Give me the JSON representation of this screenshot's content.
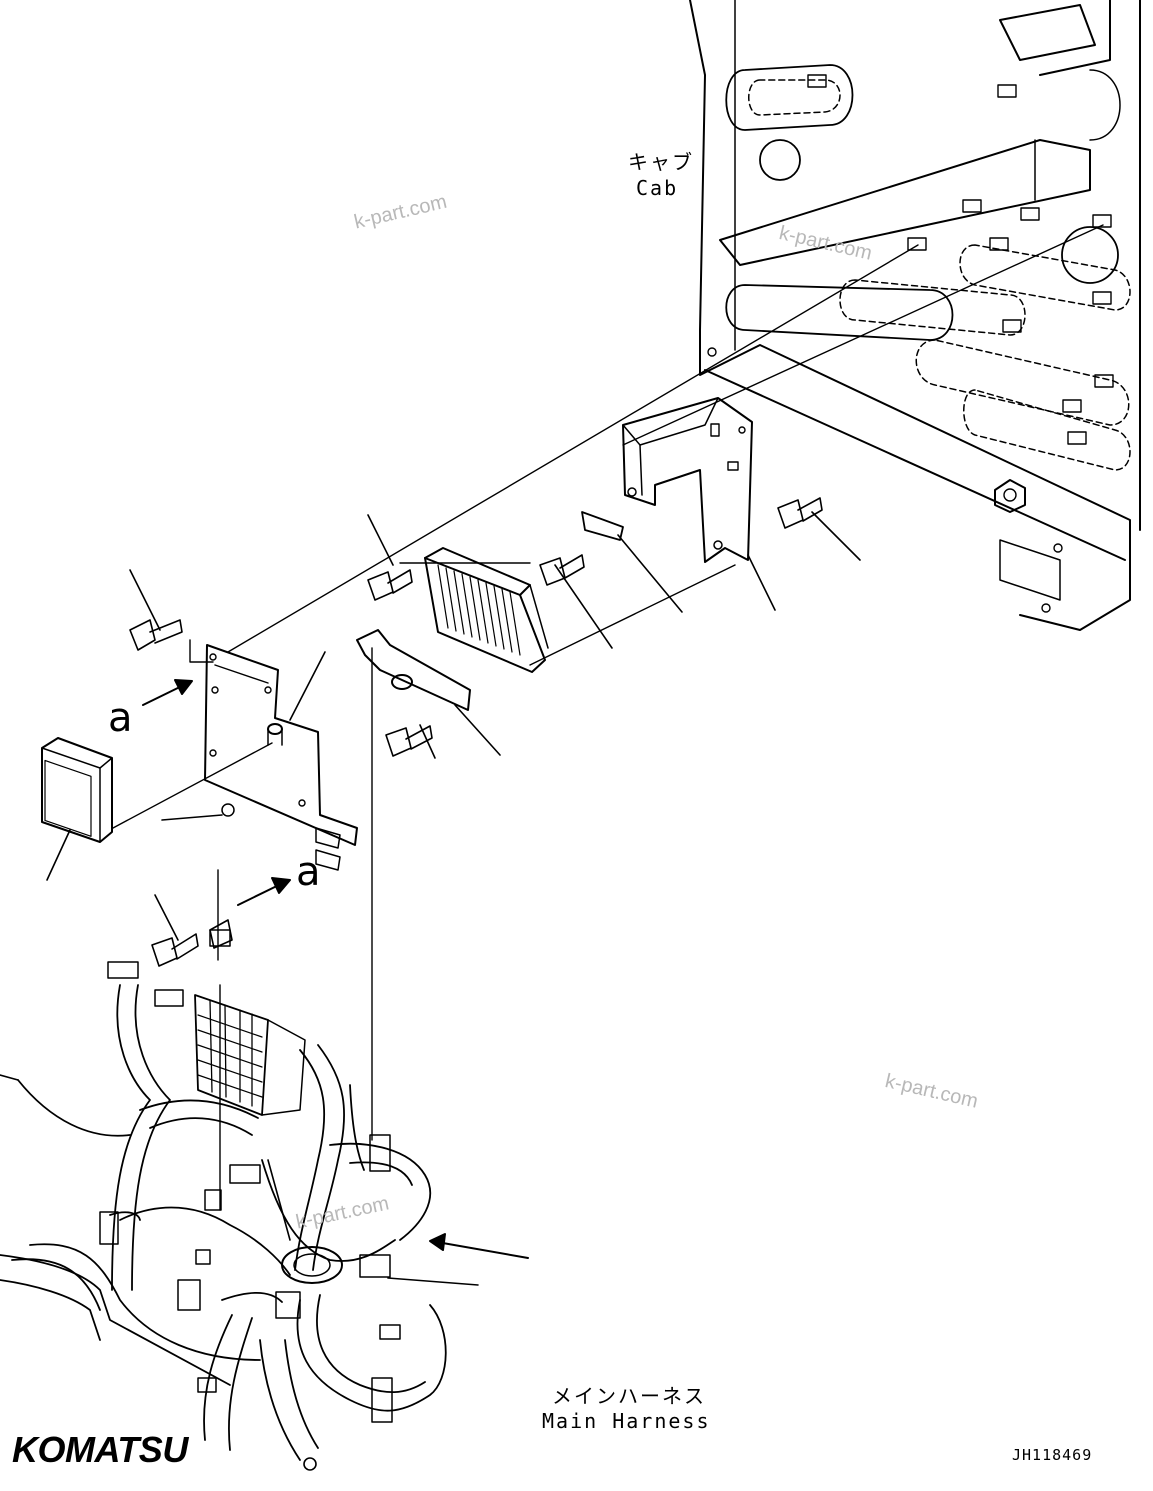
{
  "labels": {
    "cab_jp": "キャブ",
    "cab_en": "Cab",
    "main_harness_jp": "メインハーネス",
    "main_harness_en": "Main Harness",
    "view_marker_1": "a",
    "view_marker_2": "a",
    "drawing_number": "JH118469"
  },
  "brand": {
    "logo_text": "KOMATSU"
  },
  "watermarks": [
    "k-part.com",
    "k-part.com",
    "k-part.com",
    "k-part.com"
  ]
}
